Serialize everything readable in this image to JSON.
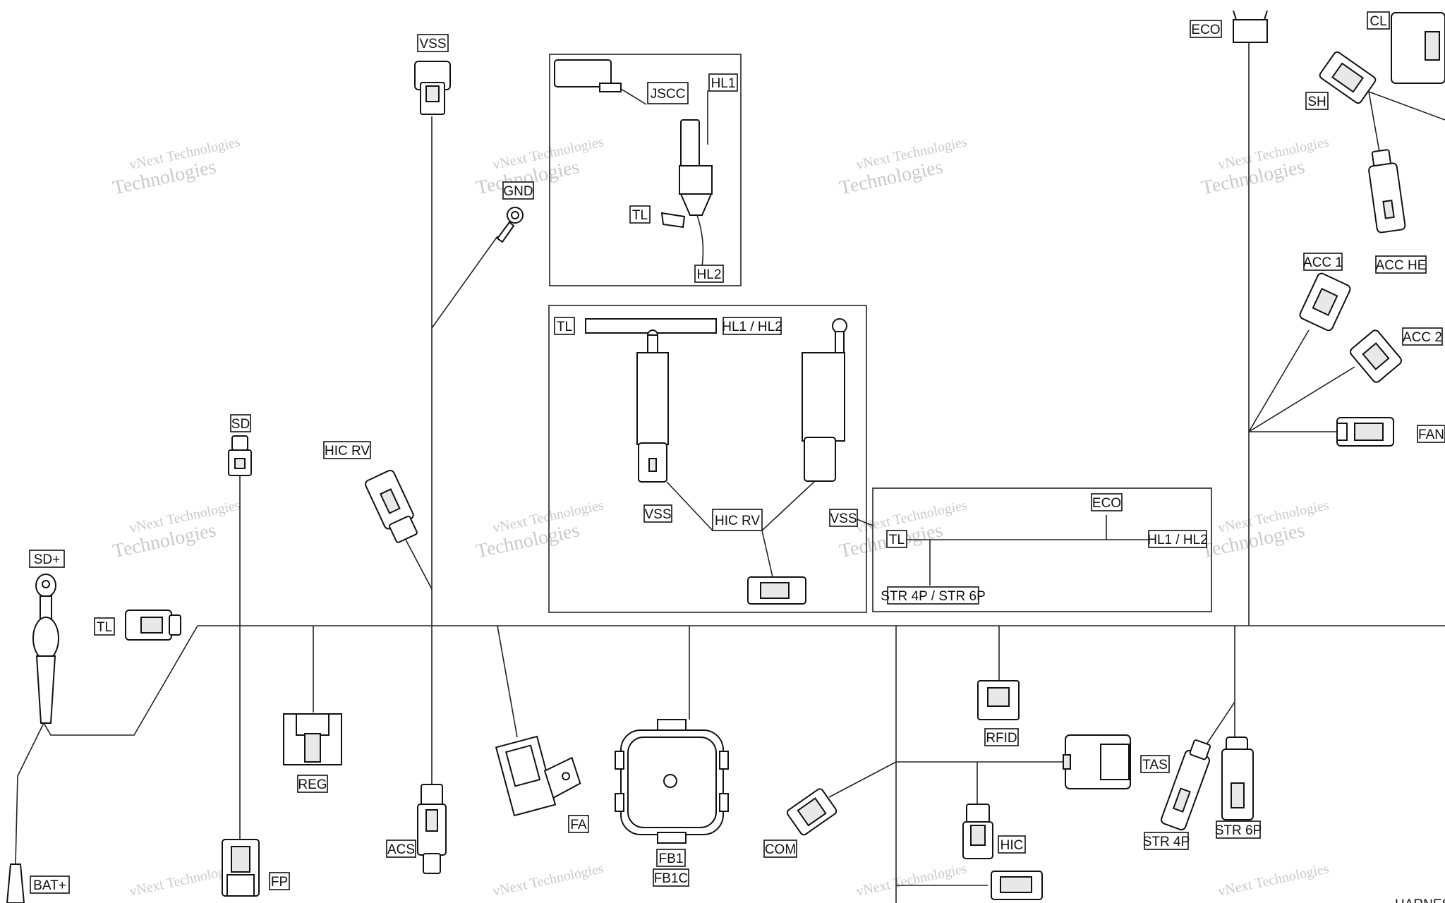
{
  "watermark": {
    "line1": "vNext Technologies",
    "line2": "Technologies"
  },
  "labels": {
    "vss": "VSS",
    "gnd": "GND",
    "jscc": "JSCC",
    "hl1": "HL1",
    "tl_inset1": "TL",
    "hl2": "HL2",
    "eco_top": "ECO",
    "cl": "CL",
    "sh": "SH",
    "acc1": "ACC 1",
    "acc_he": "ACC  HE",
    "acc2": "ACC 2",
    "fan": "FAN",
    "tl_inset2": "TL",
    "hl1_hl2_a": "HL1 / HL2",
    "vss_inset_left": "VSS",
    "hic_rv_inset": "HIC  RV",
    "vss_inset_right": "VSS",
    "eco_inset": "ECO",
    "hl1_hl2_b": "HL1 / HL2",
    "tl_inset3": "TL",
    "str_4p_6p": "STR 4P / STR 6P",
    "sd": "SD",
    "hic_rv": "HIC  RV",
    "sd_plus": "SD+",
    "tl_left": "TL",
    "reg": "REG",
    "fp": "FP",
    "bat_plus": "BAT+",
    "acs": "ACS",
    "fa": "FA",
    "fb1": "FB1",
    "fb1c": "FB1C",
    "com": "COM",
    "rfid": "RFID",
    "hic": "HIC",
    "tas": "TAS",
    "str4p": "STR 4P",
    "str6p": "STR 6P",
    "harness_cut": "HARNESS"
  }
}
